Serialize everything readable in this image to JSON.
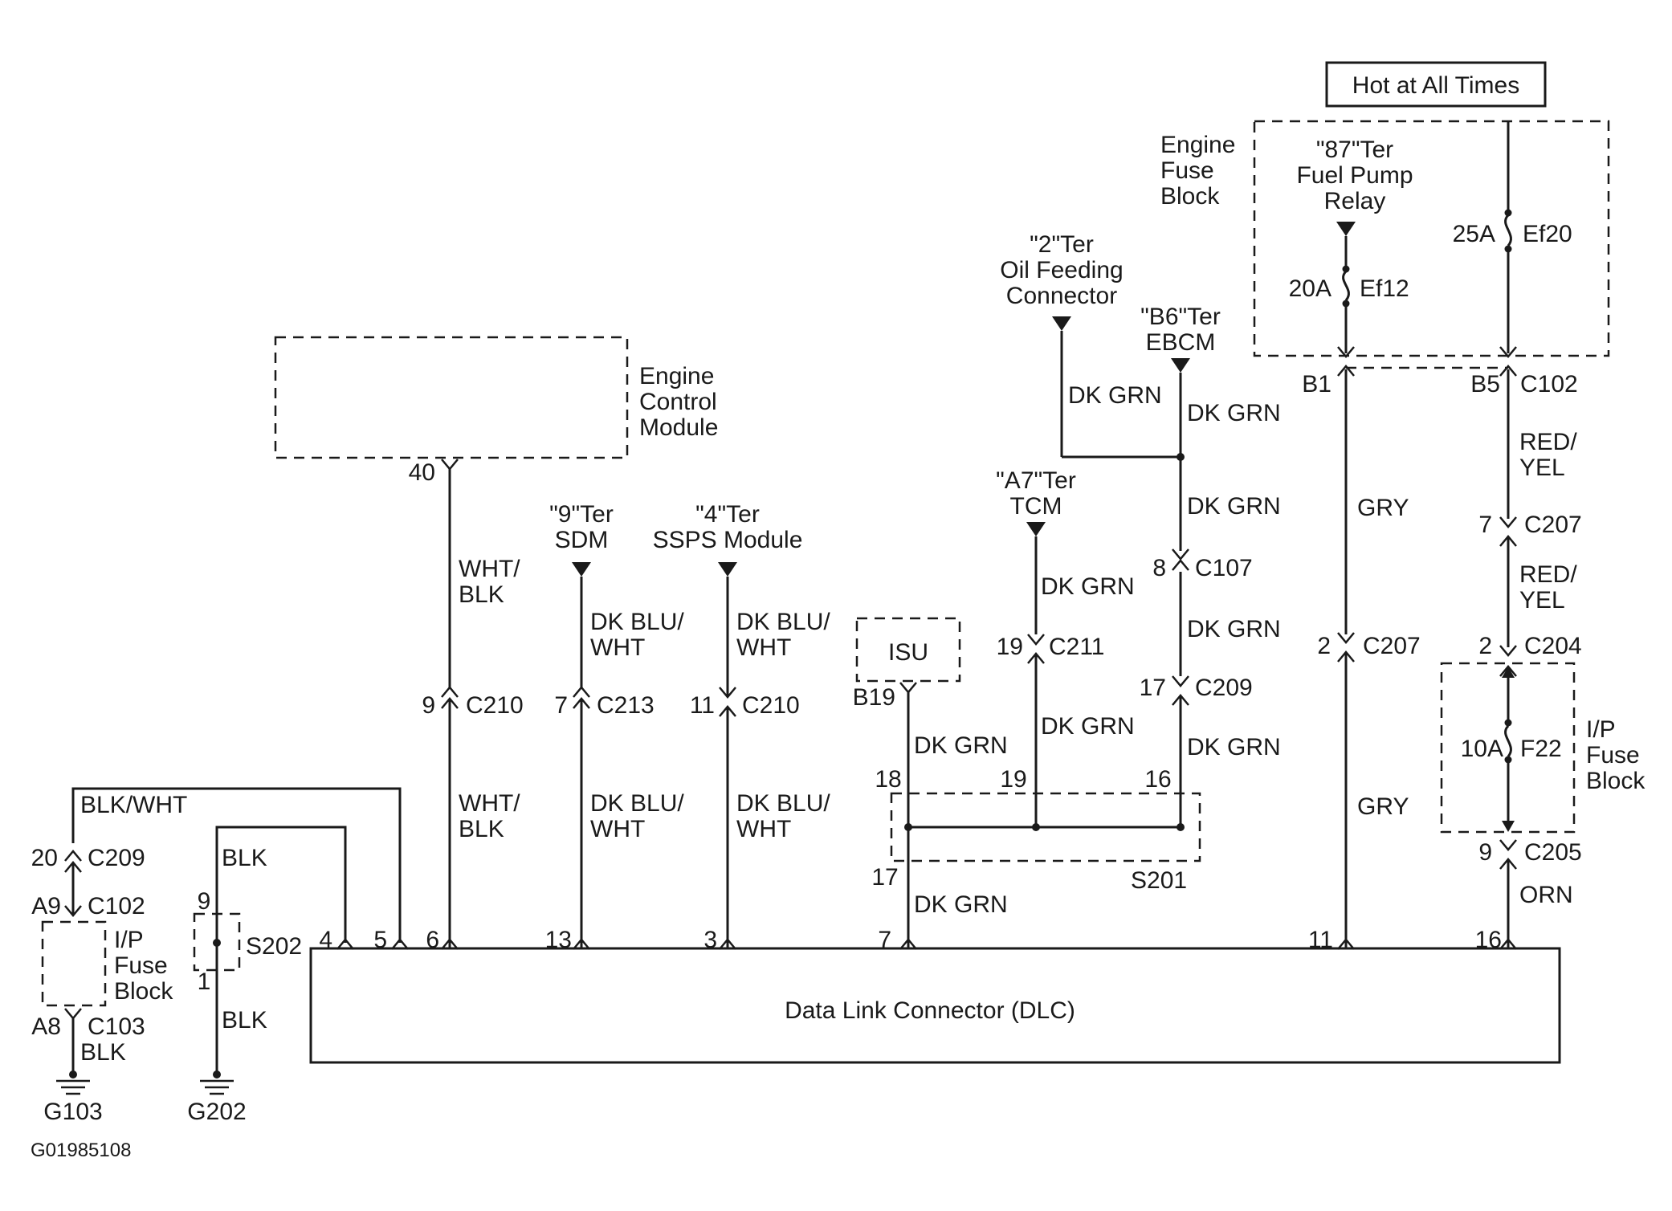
{
  "header": {
    "hot_label": "Hot at All Times"
  },
  "engine_fuse_block": {
    "l1": "Engine",
    "l2": "Fuse",
    "l3": "Block"
  },
  "relay_87": {
    "l1": "\"87\"Ter",
    "l2": "Fuel Pump",
    "l3": "Relay"
  },
  "fuses": {
    "ef12_amp": "20A",
    "ef12_name": "Ef12",
    "ef20_amp": "25A",
    "ef20_name": "Ef20",
    "f22_amp": "10A",
    "f22_name": "F22"
  },
  "ecm": {
    "l1": "Engine",
    "l2": "Control",
    "l3": "Module",
    "pin": "40"
  },
  "oil": {
    "l1": "\"2\"Ter",
    "l2": "Oil Feeding",
    "l3": "Connector"
  },
  "ebcm": {
    "l1": "\"B6\"Ter",
    "l2": "EBCM"
  },
  "tcm": {
    "l1": "\"A7\"Ter",
    "l2": "TCM"
  },
  "sdm": {
    "l1": "\"9\"Ter",
    "l2": "SDM"
  },
  "ssps": {
    "l1": "\"4\"Ter",
    "l2": "SSPS Module"
  },
  "isu": {
    "label": "ISU",
    "pin": "B19"
  },
  "wires": {
    "dkgrn": "DK GRN",
    "gry": "GRY",
    "red1": "RED/",
    "yel": "YEL",
    "wht1": "WHT/",
    "blk2": "BLK",
    "dkblu1": "DK BLU/",
    "wht2": "WHT",
    "blkwht": "BLK/WHT",
    "blk": "BLK",
    "orn": "ORN"
  },
  "connectors": {
    "b1": "B1",
    "b5": "B5",
    "c102": "C102",
    "p7": "7",
    "c207": "C207",
    "p2": "2",
    "p8": "8",
    "c107": "C107",
    "p19": "19",
    "c211": "C211",
    "p17": "17",
    "c209": "C209",
    "c204": "C204",
    "p9": "9",
    "c210": "C210",
    "c213": "C213",
    "p11": "11",
    "c205": "C205",
    "p20": "20",
    "a9": "A9",
    "a8": "A8",
    "c103": "C103"
  },
  "s201": {
    "label": "S201",
    "p18": "18",
    "p19": "19",
    "p16": "16",
    "p17": "17"
  },
  "s202": {
    "label": "S202",
    "p9": "9",
    "p1": "1"
  },
  "ip_fuse": {
    "l1": "I/P",
    "l2": "Fuse",
    "l3": "Block"
  },
  "dlc": {
    "label": "Data Link Connector (DLC)",
    "pins": [
      "4",
      "5",
      "6",
      "13",
      "3",
      "7",
      "11",
      "16"
    ]
  },
  "grounds": {
    "g103": "G103",
    "g202": "G202"
  },
  "figure_ref": "G01985108"
}
